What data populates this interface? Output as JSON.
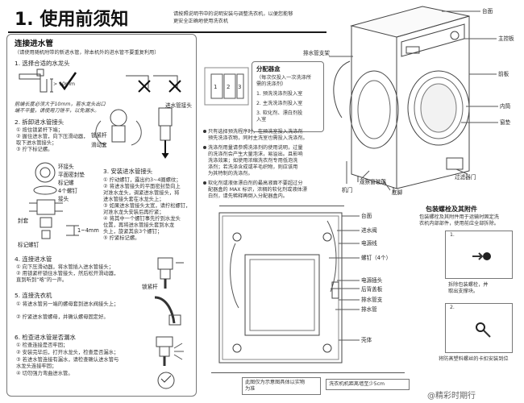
{
  "header": {
    "title": "1. 使用前须知",
    "intro_lines": [
      "请按照说明书中的说明安装与调整洗衣机，以便您能够",
      "更安全正确地使用洗衣机"
    ]
  },
  "left": {
    "section_title": "连接进水管",
    "section_note": "（请使用随机附带的新进水管，除本机外的进水管不要重复利用）",
    "step1": {
      "title": "1. 选择合适的水龙头",
      "dim_label": "> 10mm",
      "caption_lines": [
        "前端长度必须大于10mm，若水龙头出口",
        "端不平整，请使用刀锉平，以免漏水。"
      ]
    },
    "step2": {
      "title": "2. 拆卸进水管接头",
      "label_joint": "进水管接头",
      "label_sleeve": "锁紧杆",
      "label_slide": "滑动套",
      "lines": [
        "① 按住锁紧杆下端；",
        "② 握住进水管，向下压滑动器，",
        "   取下进水管接头；",
        "③ 拧下标记螺。"
      ]
    },
    "step3": {
      "title": "3. 安装进水管接头",
      "label_ring": "环接头",
      "label_pad": "平面密封垫",
      "label_mark": "标记螺",
      "label_screw": "4个螺钉",
      "label_adapter": "接头",
      "label_gap": "1~4mm",
      "label_nut": "封套",
      "label_screw2": "标记螺钉",
      "lines": [
        "① 拧动螺钉，露出约3~4圈螺纹；",
        "② 将进水管接头的平面密封垫向上",
        "   对准水龙头，调紧进水管接头，将",
        "   进水管接头套在水龙头上；",
        "③ 如果进水管接头太宽，请拧松螺钉，",
        "   对准水龙头安装后再拧紧；",
        "④ 将其中一个螺钉事先拧到水龙头",
        "   位置，再将进水管接头套到水龙",
        "   头上，旋紧其余3个螺钉；",
        "⑤ 拧紧标记螺。"
      ]
    },
    "step4": {
      "title": "4. 连接进水管",
      "label_lock": "锁紧杆",
      "lines": [
        "① 向下压滑动器，将水管插入进水管接头；",
        "② 用锁紧杆锁住水管接头，然后松开滑动器，",
        "   直到听到“咯”的一声。"
      ]
    },
    "step5": {
      "title": "5. 连接洗衣机",
      "lines": [
        "① 将进水管另一端的螺母套到进水阀接头上；",
        "② 拧紧进水管螺母，并确认螺母固定好。"
      ]
    },
    "step6": {
      "title": "6. 检查进水管是否漏水",
      "lines": [
        "① 检查连接是否牢固；",
        "② 安装完毕后，打开水龙头，检查是否漏水；",
        "③ 若进水管连接有漏水，请检查确认进水管与",
        "   水龙头连接牢固；",
        "④ 切勿强力弯曲进水管。"
      ]
    }
  },
  "dispenser": {
    "title": "分配器盒",
    "subtitle_lines": [
      "（每次仅投入一次洗涤所",
      "需的洗涤剂）"
    ],
    "items": [
      "1. 预洗洗涤剂投入室",
      "2. 主洗洗涤剂投入室",
      "3. 软化剂、漂白剂投",
      "   入室"
    ],
    "notes": [
      [
        "只有选择预洗程序时，在预洗室投入洗涤剂",
        "预先洗涤衣物，同时主洗室也需投入洗涤剂。"
      ],
      [
        "洗涤剂用量请参照洗涤剂的使用说明，过量",
        "的洗涤剂会产生大量泡沫，易溢出。且影响",
        "洗涤效果；如使用浓缩洗衣剂专用低泡洗",
        "涤剂；若洗涤含成或羊毛织物，则应该用",
        "为其特制的洗涤剂。"
      ],
      [
        "软化剂或液体漂白剂的最高液面不要超过分",
        "配器盒的 MAX 标识，浓稠的软化剂或液体漂",
        "白剂，请先稀释再倒入分配器盒内。"
      ]
    ]
  },
  "front_labels": {
    "top": "台面",
    "control": "主控板",
    "front_panel": "前板",
    "drum": "内筒",
    "door_seal": "窗垫",
    "drain_support": "排水管支架",
    "filter_door": "过滤器门",
    "base": "底脚",
    "observe_glass": "观察窗玻璃",
    "door": "机门"
  },
  "back_labels": {
    "top": "台面",
    "inlet_valve": "进水阀",
    "power_cord": "电源线",
    "bolts": "螺钉（4个）",
    "plug": "电源插头",
    "back_cover": "后背盖板",
    "drain_support": "排水管支",
    "drain_hose": "排水管",
    "shell": "壳体",
    "caption_lines": [
      "此图仅为示意图具体以实物",
      "为准"
    ],
    "distance_label": "洗衣机机距离墙至少5cm"
  },
  "packaging": {
    "title": "包装螺栓及其附件",
    "lines": [
      "包装螺栓及其附件用于运输时固定洗",
      "衣机内部部件，使用前应全部拆除。"
    ],
    "step1_num": "1.",
    "step1_text": [
      "拆除包装螺栓，并",
      "取出支撑块。"
    ],
    "step2_num": "2.",
    "step2_text": [
      "将防蒸塑料螺丝的卡扣安装到位"
    ]
  },
  "watermark": "@精彩时期行",
  "colors": {
    "rule": "#1a1a1a",
    "line": "#555555",
    "box": "#777777"
  }
}
